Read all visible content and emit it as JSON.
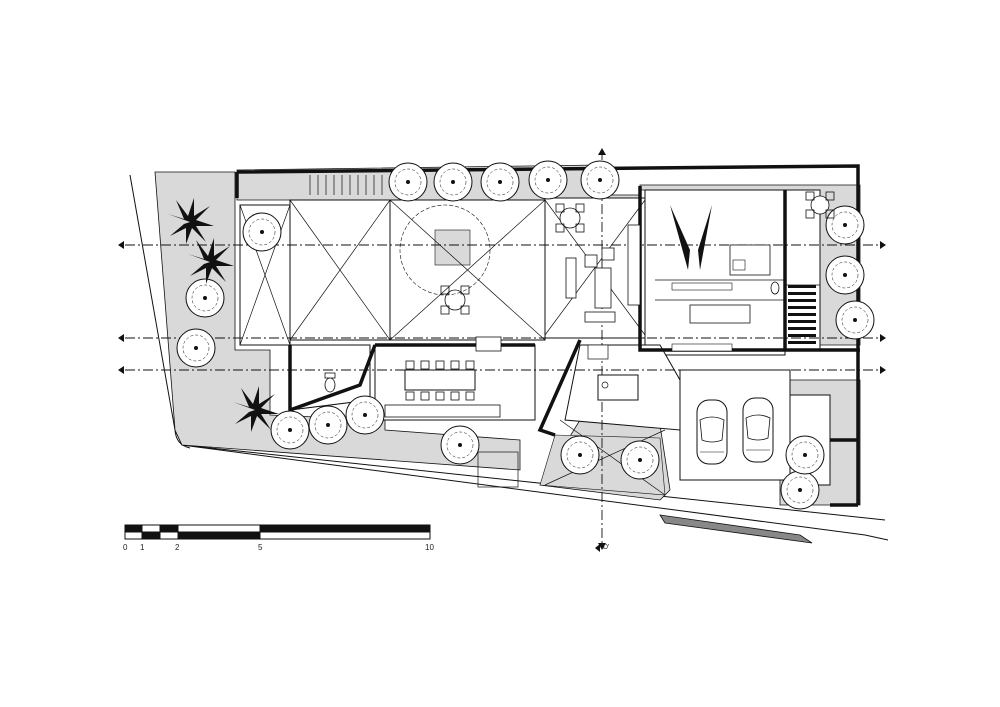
{
  "scale_bar": {
    "labels": [
      "0",
      "1",
      "2",
      "5",
      "10"
    ]
  },
  "section_marks": {
    "bottom": "D'"
  },
  "colors": {
    "ink": "#111111",
    "garden_fill": "#d9d9d9",
    "dark_fill": "#1a1a1a"
  }
}
